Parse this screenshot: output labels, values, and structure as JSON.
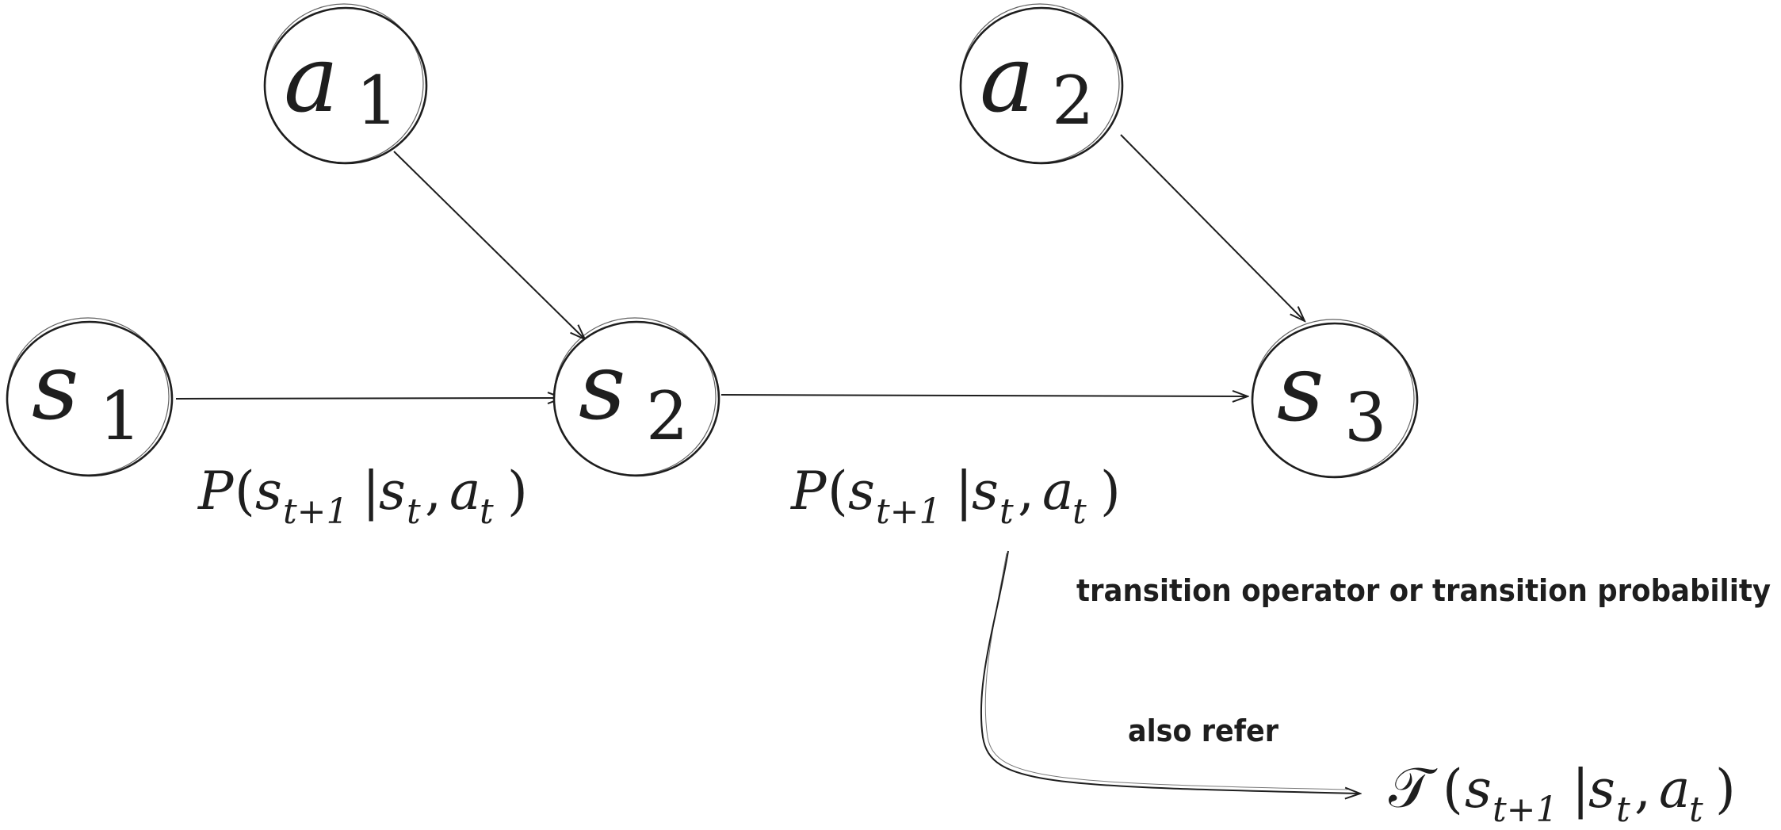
{
  "nodes": {
    "a1": {
      "var": "a",
      "sub": "1"
    },
    "a2": {
      "var": "a",
      "sub": "2"
    },
    "s1": {
      "var": "s",
      "sub": "1"
    },
    "s2": {
      "var": "s",
      "sub": "2"
    },
    "s3": {
      "var": "s",
      "sub": "3"
    }
  },
  "formula": {
    "op_p": "P",
    "op_t": "𝒯",
    "open": "(",
    "s": "s",
    "sub_next": "t+1",
    "bar": "|",
    "sub_t": "t",
    "comma": ",",
    "a": "a",
    "close": ")"
  },
  "notes": {
    "description": "transition operator or transition probability",
    "also_refer": "also refer"
  }
}
